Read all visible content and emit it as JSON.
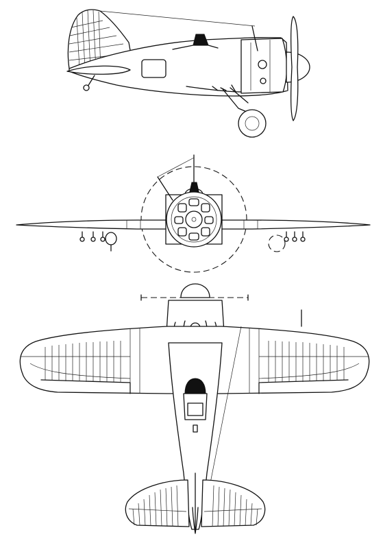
{
  "drawing": {
    "views": [
      "side-view",
      "front-view",
      "top-view"
    ],
    "ink_color": "#111111",
    "paper_color": "#ffffff"
  }
}
